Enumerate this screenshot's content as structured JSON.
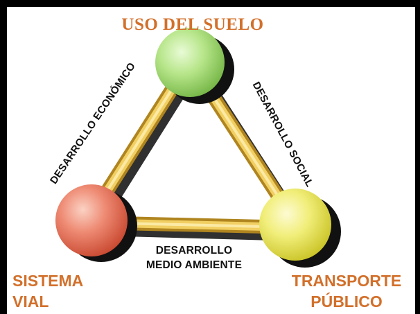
{
  "nodes": {
    "top": {
      "label": "USO DEL SUELO",
      "color": "#9fd86b"
    },
    "left": {
      "label_line1": "SISTEMA",
      "label_line2": "VIAL",
      "color": "#e8735e"
    },
    "right": {
      "label_line1": "TRANSPORTE",
      "label_line2": "PÚBLICO",
      "color": "#e8e64a"
    }
  },
  "edges": {
    "left": {
      "label": "DESARROLLO ECONÓMICO"
    },
    "right": {
      "label": "DESARROLLO SOCIAL"
    },
    "bottom": {
      "label_line1": "DESARROLLO",
      "label_line2": "MEDIO AMBIENTE"
    }
  },
  "colors": {
    "label_orange": "#d2702b",
    "bar_gold": "#e8b83a",
    "frame": "#000000"
  }
}
